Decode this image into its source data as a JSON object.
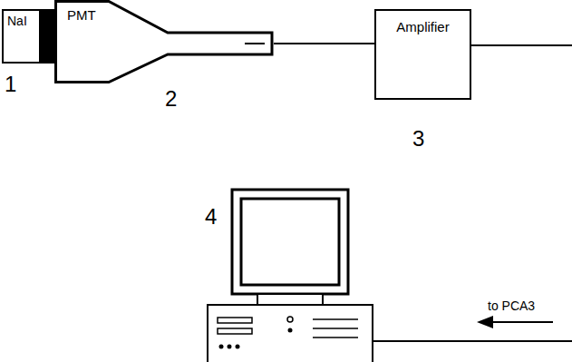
{
  "diagram": {
    "nodes": [
      {
        "text": [
          "NaI"
        ]
      },
      {
        "text": [
          "PMT"
        ]
      },
      {
        "text": [
          "Amplifier"
        ]
      }
    ],
    "edges": [
      {
        "from": 1,
        "to": 2,
        "arrow": "none"
      }
    ],
    "labels": [
      "1",
      "2",
      "3",
      "4",
      "to PCA3"
    ]
  }
}
